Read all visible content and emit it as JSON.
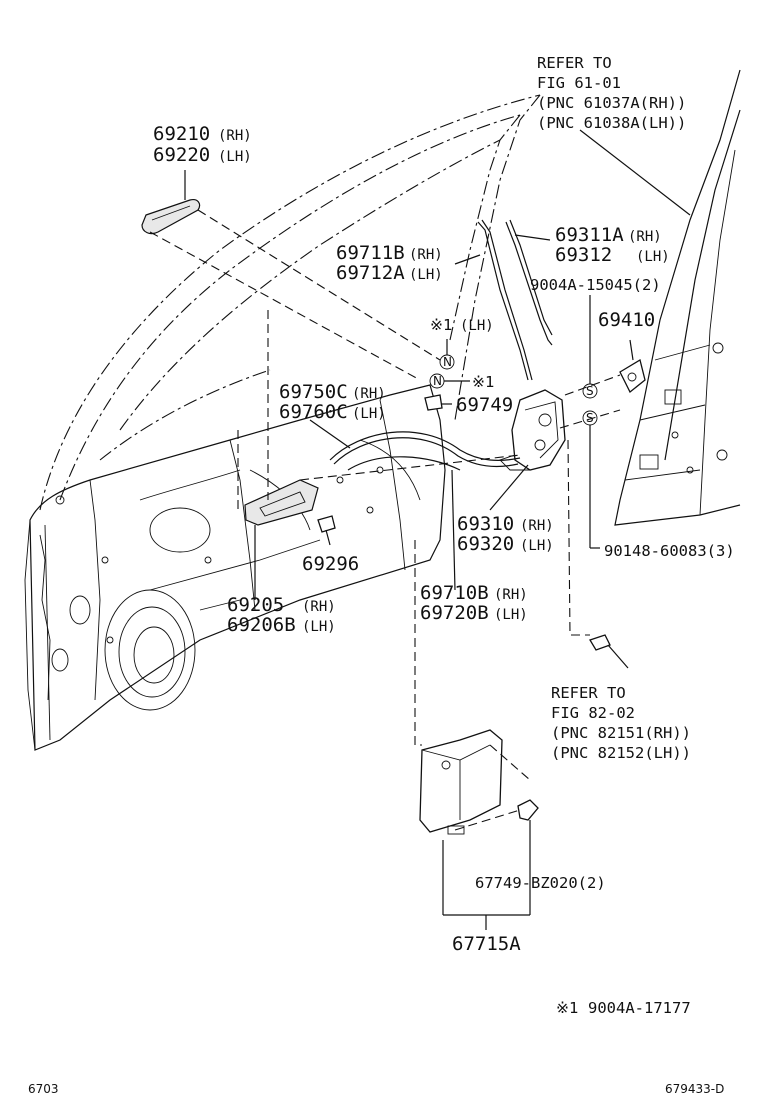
{
  "refer_labels": {
    "pillar": {
      "line1": "REFER TO",
      "line2": "FIG 61-01",
      "line3": "(PNC 61037A(RH))",
      "line4": "(PNC 61038A(LH))"
    },
    "wiring": {
      "line1": "REFER TO",
      "line2": "FIG 82-02",
      "line3": "(PNC 82151(RH))",
      "line4": "(PNC 82152(LH))"
    }
  },
  "parts": {
    "p69210": {
      "code": "69210",
      "side": "(RH)"
    },
    "p69220": {
      "code": "69220",
      "side": "(LH)"
    },
    "p69711B": {
      "code": "69711B",
      "side": "(RH)"
    },
    "p69712A": {
      "code": "69712A",
      "side": "(LH)"
    },
    "p69311A": {
      "code": "69311A",
      "side": "(RH)"
    },
    "p69312": {
      "code": "69312",
      "side": "(LH)"
    },
    "p9004A15045": {
      "code": "9004A-15045(2)"
    },
    "p69410": {
      "code": "69410"
    },
    "note_lh": {
      "mark": "※1",
      "side": "(LH)"
    },
    "note_n": {
      "mark": "※1"
    },
    "p69750C": {
      "code": "69750C",
      "side": "(RH)"
    },
    "p69760C": {
      "code": "69760C",
      "side": "(LH)"
    },
    "p69749": {
      "code": "69749"
    },
    "p69310": {
      "code": "69310",
      "side": "(RH)"
    },
    "p69320": {
      "code": "69320",
      "side": "(LH)"
    },
    "p90148": {
      "code": "90148-60083(3)"
    },
    "p69296": {
      "code": "69296"
    },
    "p69205": {
      "code": "69205",
      "side": "(RH)"
    },
    "p69206B": {
      "code": "69206B",
      "side": "(LH)"
    },
    "p69710B": {
      "code": "69710B",
      "side": "(RH)"
    },
    "p69720B": {
      "code": "69720B",
      "side": "(LH)"
    },
    "p67749": {
      "code": "67749-BZ020(2)"
    },
    "p67715A": {
      "code": "67715A"
    }
  },
  "footnote": {
    "mark": "※1",
    "code": "9004A-17177"
  },
  "footer": {
    "left": "6703",
    "right": "679433-D"
  },
  "symbols": {
    "n_mark": "N",
    "s_mark": "S"
  }
}
